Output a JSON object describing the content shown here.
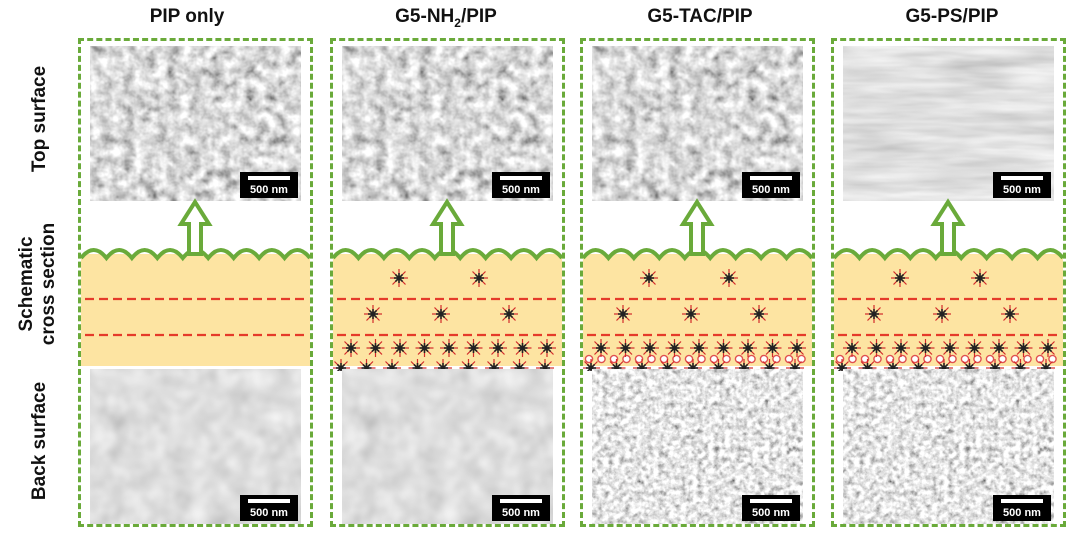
{
  "columns": [
    {
      "id": "pip",
      "title_main": "PIP only",
      "title_sub": "",
      "title_tail": "",
      "sem_style": "grainy",
      "back_style": "smooth",
      "schematic": "none"
    },
    {
      "id": "nh2",
      "title_main": "G5-NH",
      "title_sub": "2",
      "title_tail": "/PIP",
      "sem_style": "grainy",
      "back_style": "smooth",
      "schematic": "dendrimer"
    },
    {
      "id": "tac",
      "title_main": "G5-TAC/PIP",
      "title_sub": "",
      "title_tail": "",
      "sem_style": "grainy",
      "back_style": "rough",
      "schematic": "dendrimer-dots"
    },
    {
      "id": "ps",
      "title_main": "G5-PS/PIP",
      "title_sub": "",
      "title_tail": "",
      "sem_style": "wavy",
      "back_style": "rough",
      "schematic": "dendrimer-dots"
    }
  ],
  "row_labels": {
    "top": "Top surface",
    "schematic_line1": "Schematic",
    "schematic_line2": "cross section",
    "back": "Back surface"
  },
  "scale_bar": "500 nm",
  "colors": {
    "frame": "#6aaa3a",
    "arrow": "#6aaa3a",
    "layer": "#fde4a2",
    "dashed_line": "#e53a2a",
    "support": "#6d6d6d",
    "dendrimer_core": "#222222",
    "dendrimer_arm": "#d22a2a",
    "dot": "#e05050"
  }
}
